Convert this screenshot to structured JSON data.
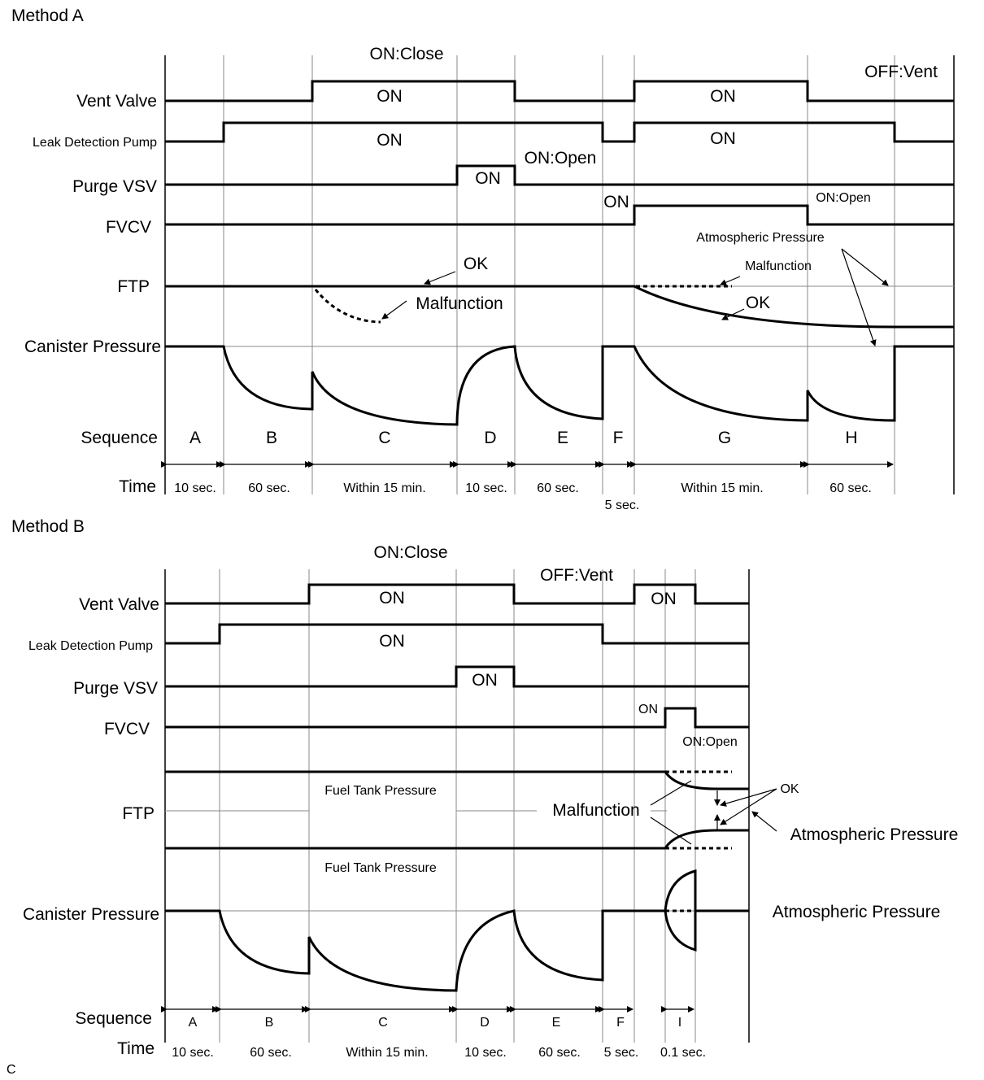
{
  "method_a": {
    "title": "Method A",
    "rows": {
      "vent_valve": "Vent Valve",
      "leak_detection_pump": "Leak Detection Pump",
      "purge_vsv": "Purge VSV",
      "fvcv": "FVCV",
      "ftp": "FTP",
      "canister_pressure": "Canister Pressure",
      "sequence": "Sequence",
      "time": "Time"
    },
    "annotations": {
      "on_close": "ON:Close",
      "off_vent": "OFF:Vent",
      "on_open": "ON:Open",
      "on_open_fvcv": "ON:Open",
      "on": "ON",
      "ok": "OK",
      "malfunction": "Malfunction",
      "atmospheric_pressure": "Atmospheric Pressure"
    },
    "sequence": [
      "A",
      "B",
      "C",
      "D",
      "E",
      "F",
      "G",
      "H"
    ],
    "times": [
      "10 sec.",
      "60 sec.",
      "Within 15 min.",
      "10 sec.",
      "60 sec.",
      "5 sec.",
      "Within 15 min.",
      "60 sec."
    ]
  },
  "method_b": {
    "title": "Method B",
    "rows": {
      "vent_valve": "Vent Valve",
      "leak_detection_pump": "Leak Detection Pump",
      "purge_vsv": "Purge VSV",
      "fvcv": "FVCV",
      "ftp": "FTP",
      "canister_pressure": "Canister Pressure",
      "sequence": "Sequence",
      "time": "Time"
    },
    "annotations": {
      "on_close": "ON:Close",
      "off_vent": "OFF:Vent",
      "on": "ON",
      "on_open": "ON:Open",
      "fuel_tank_pressure": "Fuel Tank Pressure",
      "malfunction": "Malfunction",
      "ok": "OK",
      "atmospheric_pressure": "Atmospheric Pressure"
    },
    "sequence": [
      "A",
      "B",
      "C",
      "D",
      "E",
      "F",
      "I"
    ],
    "times": [
      "10 sec.",
      "60 sec.",
      "Within 15 min.",
      "10 sec.",
      "60 sec.",
      "5 sec.",
      "0.1 sec."
    ]
  },
  "footer": {
    "code": "C"
  }
}
